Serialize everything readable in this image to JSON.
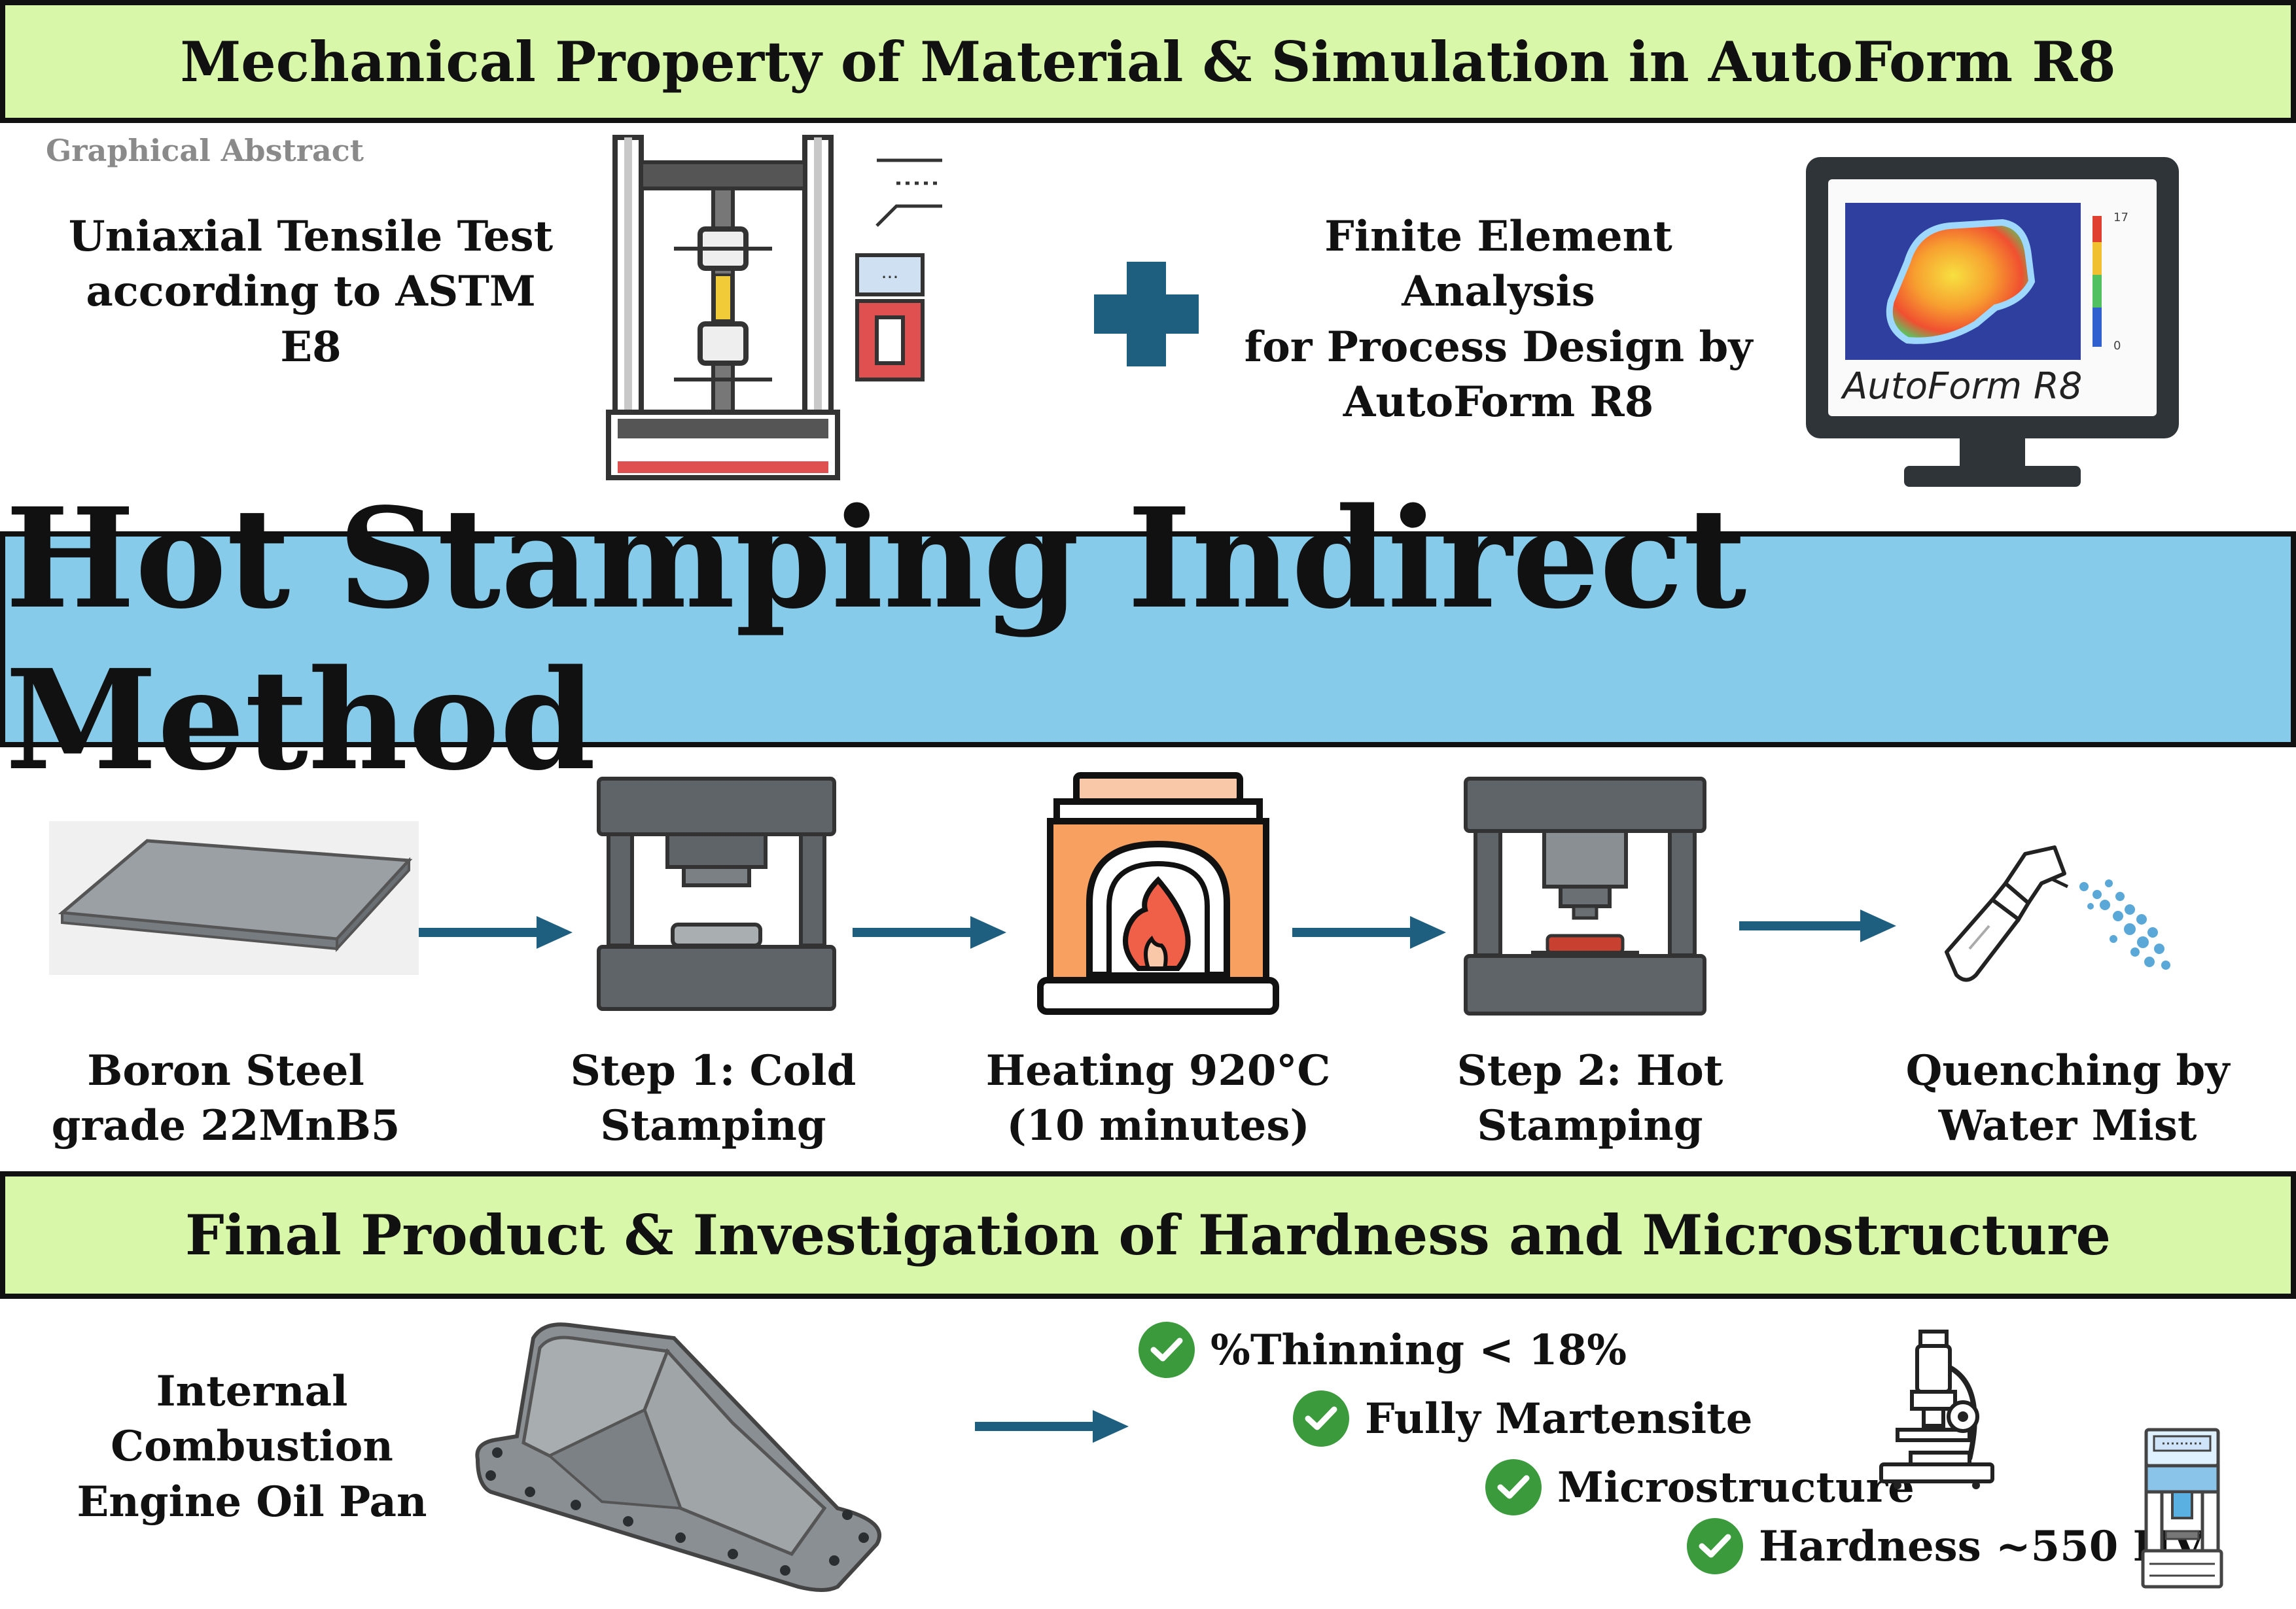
{
  "top_banner": {
    "title": "Mechanical Property of Material & Simulation in AutoForm R8"
  },
  "graphical_abstract_label": "Graphical Abstract",
  "tensile": {
    "line1": "Uniaxial Tensile Test",
    "line2": "according to ASTM E8"
  },
  "fea": {
    "line1": "Finite Element Analysis",
    "line2": "for Process Design by",
    "line3": "AutoForm R8"
  },
  "monitor": {
    "brand": "AutoForm R8",
    "scale_max": "17",
    "scale_min": "0"
  },
  "main_banner": {
    "title": "Hot Stamping Indirect Method"
  },
  "process_steps": [
    {
      "line1": "Boron Steel",
      "line2": "grade 22MnB5"
    },
    {
      "line1": "Step 1: Cold",
      "line2": "Stamping"
    },
    {
      "line1": "Heating 920°C",
      "line2": "(10 minutes)"
    },
    {
      "line1": "Step 2: Hot",
      "line2": "Stamping"
    },
    {
      "line1": "Quenching by",
      "line2": "Water Mist"
    }
  ],
  "bottom_banner": {
    "title": "Final Product & Investigation of Hardness and Microstructure"
  },
  "product": {
    "line1": "Internal Combustion",
    "line2": "Engine Oil Pan"
  },
  "results": [
    {
      "label": "%Thinning < 18%"
    },
    {
      "label": "Fully Martensite"
    },
    {
      "label": "Microstructure"
    },
    {
      "label": "Hardness ~550 HV"
    }
  ],
  "colors": {
    "banner_green": "#d8f7a8",
    "banner_blue": "#86cbe9",
    "arrow": "#1e5f80",
    "check": "#3a9a3c",
    "machine_gray": "#5f6468",
    "furnace_orange": "#f7a060",
    "flame_red": "#f06048"
  }
}
